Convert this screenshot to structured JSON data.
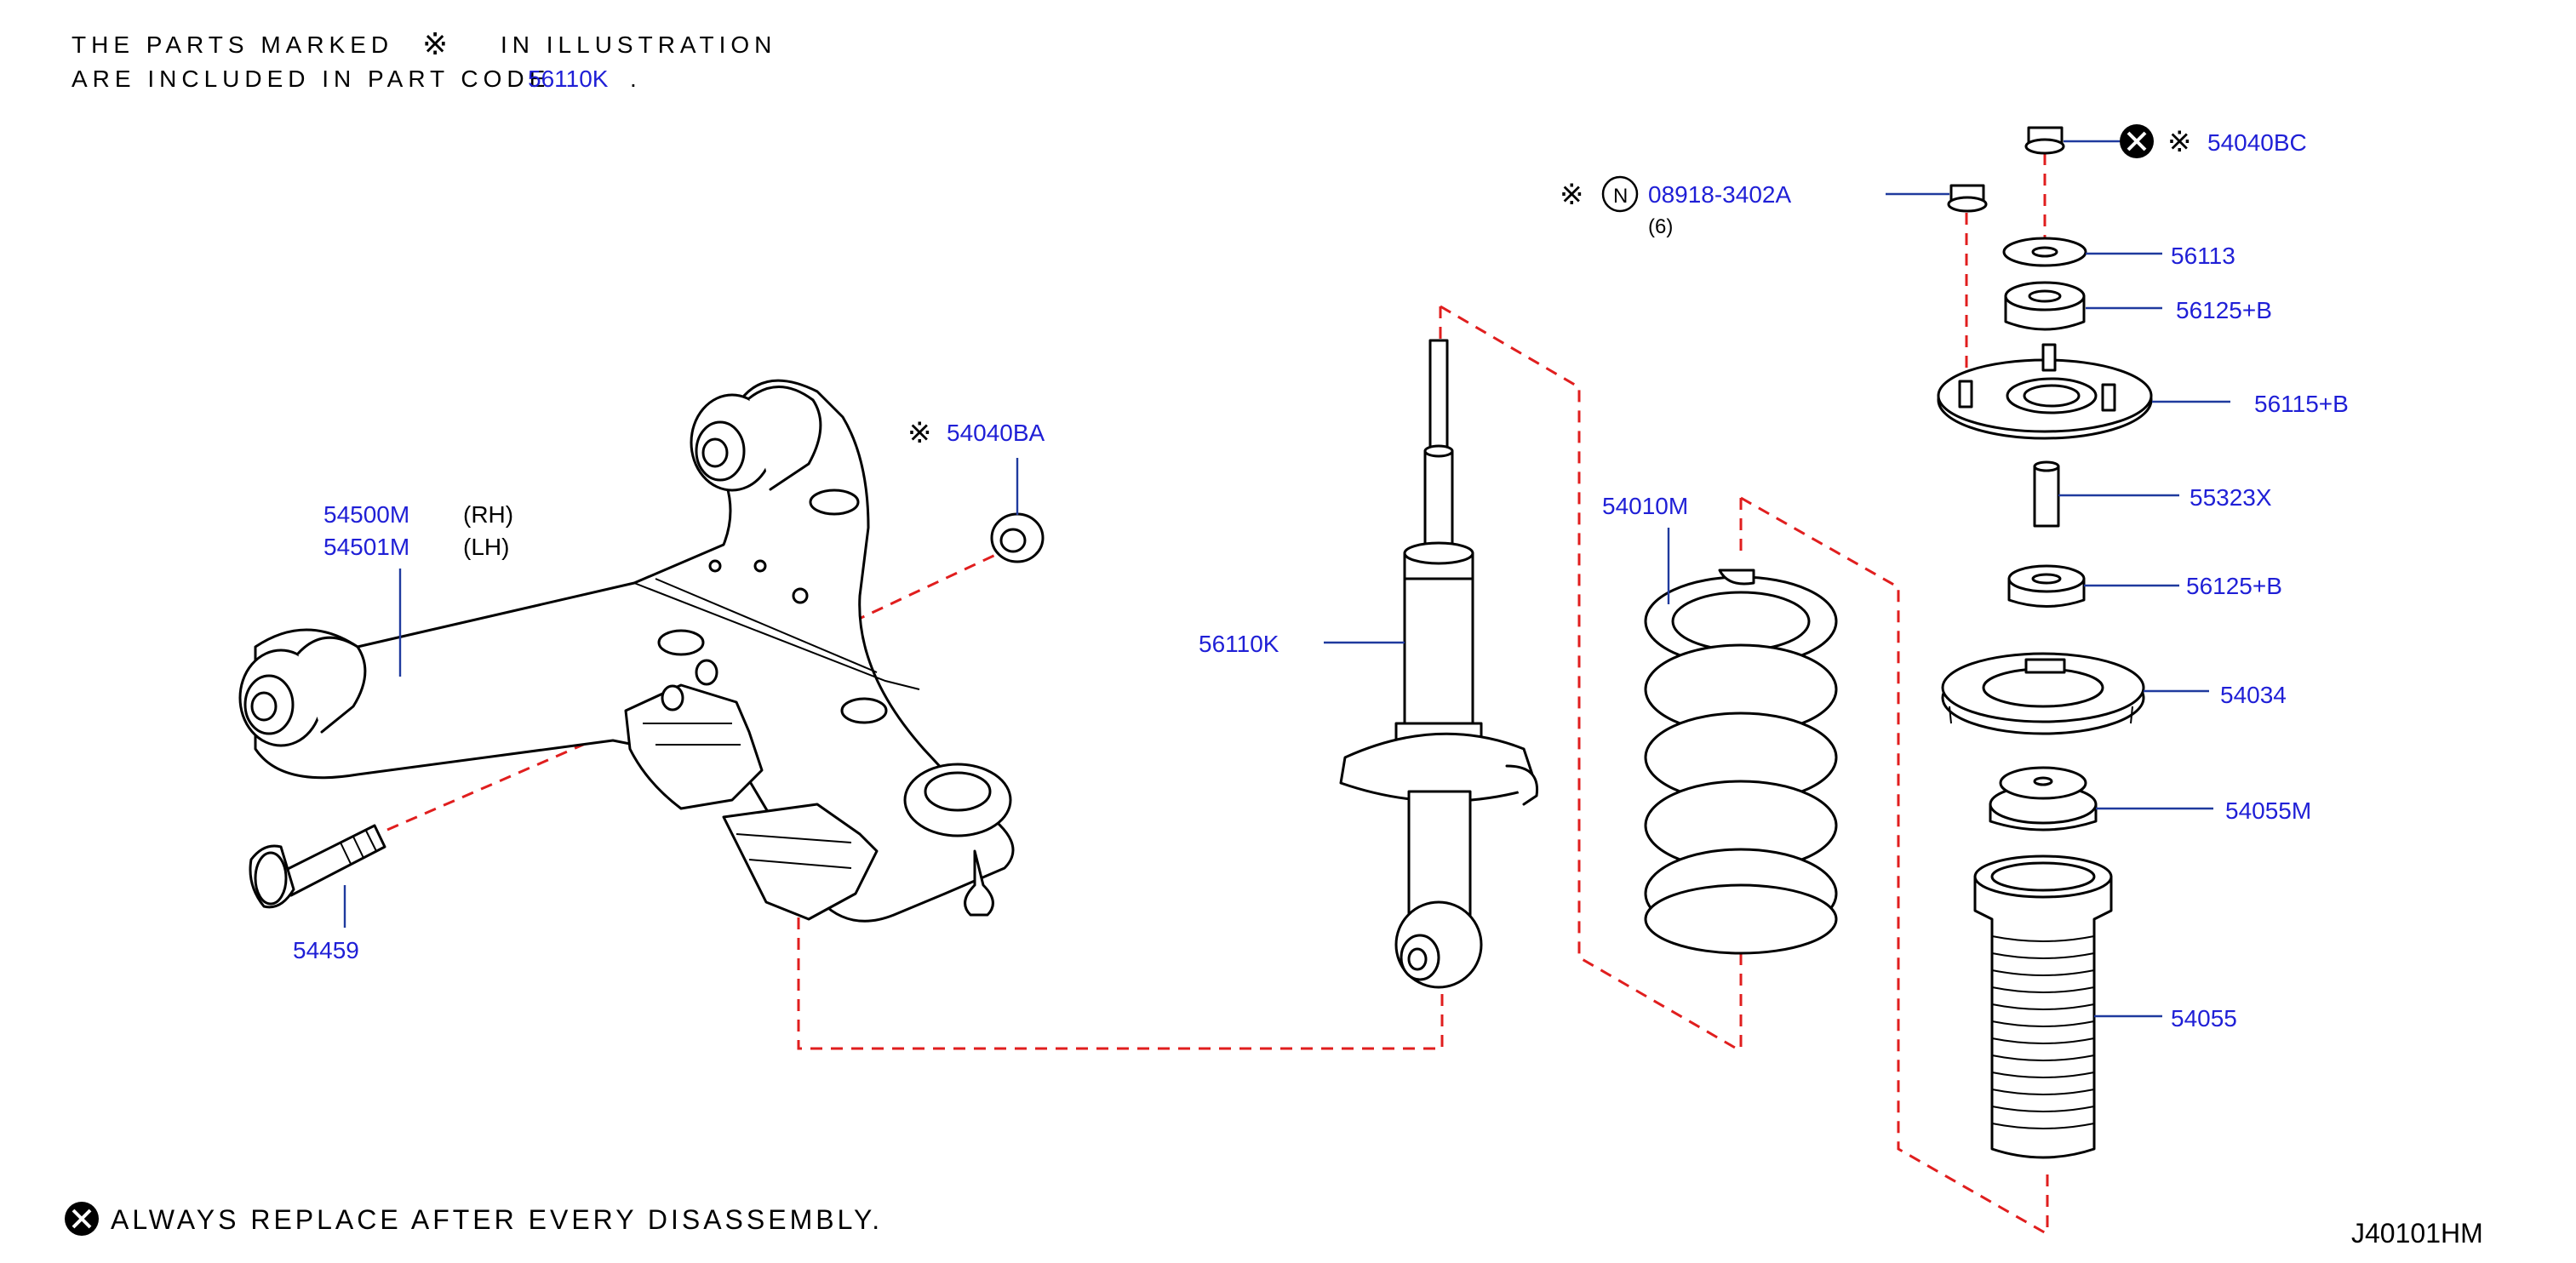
{
  "header": {
    "line1_prefix": "THE PARTS MARKED",
    "line1_symbol": "※",
    "line1_suffix": "IN ILLUSTRATION",
    "line2_prefix": "ARE INCLUDED IN PART CODE",
    "line2_code": "56110K",
    "line2_suffix": "."
  },
  "footer": {
    "note": "ALWAYS REPLACE AFTER EVERY DISASSEMBLY.",
    "figure_code": "J40101HM"
  },
  "symbols": {
    "kome": "※",
    "n_mark": "N"
  },
  "parts": {
    "p54040BC": "54040BC",
    "p08918": "08918-3402A",
    "p08918_qty": "(6)",
    "p56113": "56113",
    "p56125B_upper": "56125+B",
    "p56115B": "56115+B",
    "p55323X": "55323X",
    "p56125B_lower": "56125+B",
    "p54034": "54034",
    "p54055M": "54055M",
    "p54055": "54055",
    "p54010M": "54010M",
    "p56110K": "56110K",
    "p54040BA": "54040BA",
    "p54500M": "54500M",
    "p54500M_side": "(RH)",
    "p54501M": "54501M",
    "p54501M_side": "(LH)",
    "p54459": "54459"
  },
  "colors": {
    "part_number": "#1f1fd6",
    "leader": "#1f3a9e",
    "dashed_guide": "#e01e1e"
  }
}
